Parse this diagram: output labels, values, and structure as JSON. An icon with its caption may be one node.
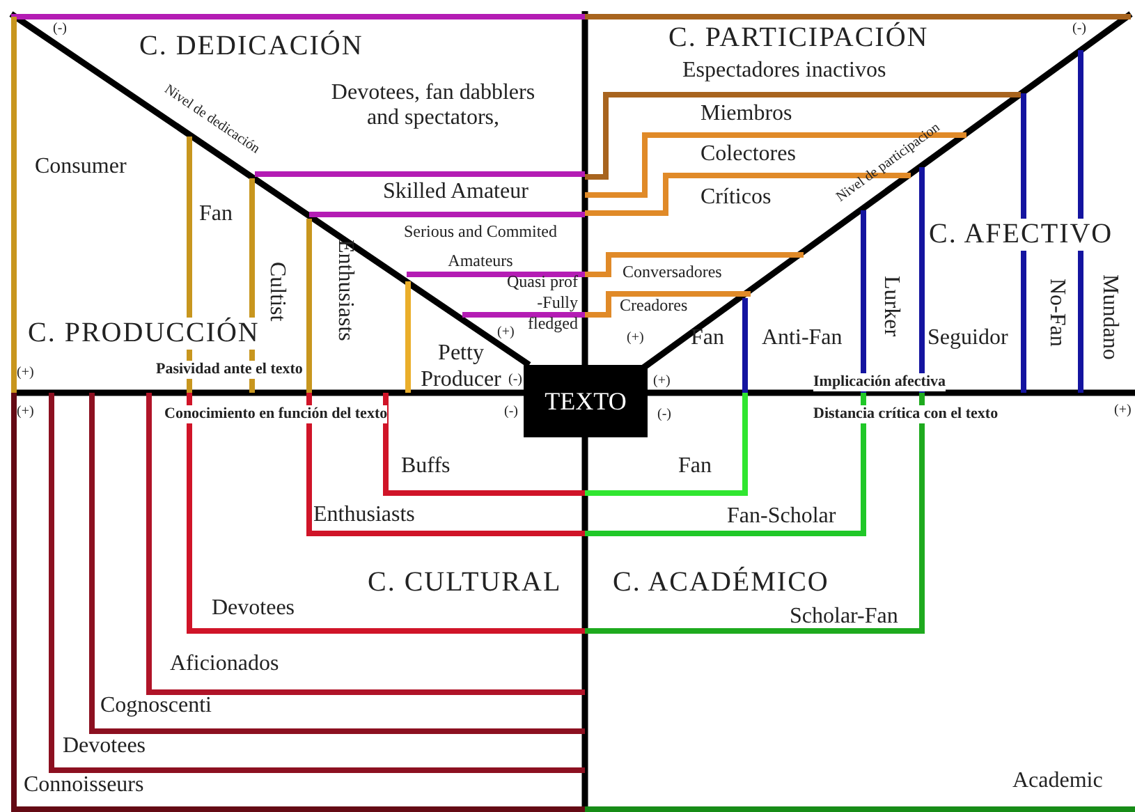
{
  "diagram": {
    "nodes": [
      {
        "text": [
          "TEXTO"
        ]
      }
    ],
    "edges": [],
    "labels": [
      "(-)",
      "C. DEDICACIÓN",
      "C. PARTICIPACIÓN",
      "(-)",
      "Espectadores inactivos",
      "Nivel de dedicación",
      "Devotees, fan dabblers and spectators,",
      "Miembros",
      "Consumer",
      "Colectores",
      "Nivel de participacion",
      "Skilled Amateur",
      "Críticos",
      "Fan",
      "Serious and Commited Amateurs",
      "C. AFECTIVO",
      "Cultist",
      "Enthusiasts",
      "Conversadores",
      "Quasi prof -Fully fledged",
      "Creadores",
      "Lurker",
      "No-Fan",
      "Mundano",
      "C. PRODUCCIÓN",
      "(+)",
      "(+)",
      "Fan",
      "Anti-Fan",
      "Seguidor",
      "Petty Producer",
      "(+)",
      "Pasividad ante el texto",
      "(-)",
      "(+)",
      "Implicación afectiva",
      "(+)",
      "Conocimiento en función del texto",
      "(-)",
      "(-)",
      "Distancia crítica con el texto",
      "(+)",
      "Buffs",
      "Fan",
      "Enthusiasts",
      "Fan-Scholar",
      "C. CULTURAL",
      "C. ACADÉMICO",
      "Devotees",
      "Scholar-Fan",
      "Aficionados",
      "Cognoscenti",
      "Devotees",
      "Connoisseurs",
      "Academic"
    ]
  }
}
